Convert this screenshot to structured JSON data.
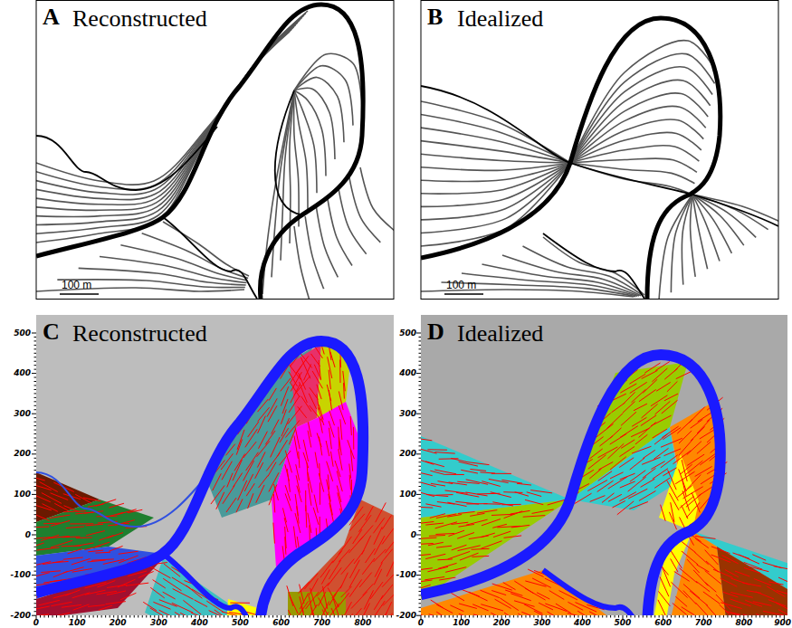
{
  "diagram": {
    "labels": [
      "A",
      "Reconstructed",
      "100 m",
      "B",
      "Idealized",
      "100 m",
      "C",
      "Reconstructed",
      "500",
      "400",
      "300",
      "200",
      "100",
      "0",
      "-100",
      "-200",
      "0",
      "100",
      "200",
      "300",
      "400",
      "500",
      "600",
      "700",
      "800",
      "D",
      "Idealized",
      "500",
      "400",
      "300",
      "200",
      "100",
      "0",
      "-100",
      "-200",
      "0",
      "100",
      "200",
      "300",
      "400",
      "500",
      "600",
      "700",
      "800",
      "900"
    ]
  }
}
